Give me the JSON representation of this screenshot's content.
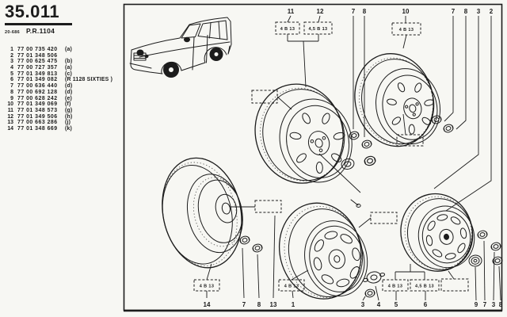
{
  "page": {
    "section_code": "35.011",
    "edition_code": "20-686",
    "pr_code": "P.R.1104"
  },
  "parts": [
    {
      "ref": "1",
      "number": "77 00 735 420",
      "note": "(a)"
    },
    {
      "ref": "2",
      "number": "77 01 348 506",
      "note": ""
    },
    {
      "ref": "3",
      "number": "77 00 625 475",
      "note": "(b)"
    },
    {
      "ref": "4",
      "number": "77 00 727 357",
      "note": "(a)"
    },
    {
      "ref": "5",
      "number": "77 01 349 813",
      "note": "(c)"
    },
    {
      "ref": "6",
      "number": "77 01 349 082",
      "note": "(R 1128 SIXTIES )"
    },
    {
      "ref": "7",
      "number": "77 00 636 440",
      "note": "(d)"
    },
    {
      "ref": "8",
      "number": "77 00 692 128",
      "note": "(d)"
    },
    {
      "ref": "9",
      "number": "77 00 628 242",
      "note": "(e)"
    },
    {
      "ref": "10",
      "number": "77 01 349 069",
      "note": "(f)"
    },
    {
      "ref": "11",
      "number": "77 01 348 573",
      "note": "(g)"
    },
    {
      "ref": "12",
      "number": "77 01 349 506",
      "note": "(h)"
    },
    {
      "ref": "13",
      "number": "77 00 663 286",
      "note": "(j)"
    },
    {
      "ref": "14",
      "number": "77 01 348 669",
      "note": "(k)"
    }
  ],
  "diagram": {
    "top_callouts": [
      "11",
      "12",
      "7",
      "8",
      "10",
      "7",
      "8",
      "3",
      "2"
    ],
    "bottom_callouts": [
      "14",
      "7",
      "8",
      "13",
      "1",
      "3",
      "4",
      "5",
      "6",
      "9",
      "7",
      "3",
      "8"
    ],
    "size_labels": {
      "b1": "4 B 13",
      "b2": "4,5 B 13",
      "b3": "4 B 13",
      "b4": "4 B 13",
      "b5": "4 B 13",
      "b6": "4 B 13",
      "b7": "4,5 B 13"
    }
  },
  "colors": {
    "ink": "#1c1c1c",
    "paper": "#f7f7f3"
  }
}
